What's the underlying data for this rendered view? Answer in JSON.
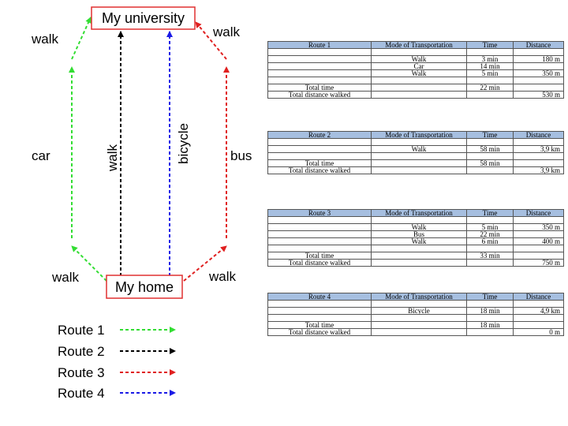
{
  "places": {
    "university": "My university",
    "home": "My home"
  },
  "modes": {
    "left_top": "walk",
    "left_mid": "car",
    "left_bottom": "walk",
    "right_top": "walk",
    "right_mid": "bus",
    "right_bottom": "walk",
    "center_black": "walk",
    "center_blue": "bicycle"
  },
  "legend": [
    {
      "label": "Route 1",
      "color": "#33dd33"
    },
    {
      "label": "Route 2",
      "color": "#000000"
    },
    {
      "label": "Route 3",
      "color": "#e02020"
    },
    {
      "label": "Route 4",
      "color": "#1a1ae6"
    }
  ],
  "tables": [
    {
      "headers": [
        "Route 1",
        "Mode of Transportation",
        "Time",
        "Distance"
      ],
      "rows": [
        [
          "",
          "",
          "",
          ""
        ],
        [
          "",
          "Walk",
          "3 min",
          "180 m"
        ],
        [
          "",
          "Car",
          "14 min",
          ""
        ],
        [
          "",
          "Walk",
          "5 min",
          "350 m"
        ],
        [
          "",
          "",
          "",
          ""
        ],
        [
          "Total time",
          "",
          "22 min",
          ""
        ],
        [
          "Total distance walked",
          "",
          "",
          "530 m"
        ]
      ]
    },
    {
      "headers": [
        "Route 2",
        "Mode of Transportation",
        "Time",
        "Distance"
      ],
      "rows": [
        [
          "",
          "",
          "",
          ""
        ],
        [
          "",
          "Walk",
          "58 min",
          "3,9 km"
        ],
        [
          "",
          "",
          "",
          ""
        ],
        [
          "Total time",
          "",
          "58 min",
          ""
        ],
        [
          "Total distance walked",
          "",
          "",
          "3,9 km"
        ]
      ]
    },
    {
      "headers": [
        "Route 3",
        "Mode of Transportation",
        "Time",
        "Distance"
      ],
      "rows": [
        [
          "",
          "",
          "",
          ""
        ],
        [
          "",
          "Walk",
          "5 min",
          "350 m"
        ],
        [
          "",
          "Bus",
          "22 min",
          ""
        ],
        [
          "",
          "Walk",
          "6 min",
          "400 m"
        ],
        [
          "",
          "",
          "",
          ""
        ],
        [
          "Total time",
          "",
          "33 min",
          ""
        ],
        [
          "Total distance walked",
          "",
          "",
          "750 m"
        ]
      ]
    },
    {
      "headers": [
        "Route 4",
        "Mode of Transportation",
        "Time",
        "Distance"
      ],
      "rows": [
        [
          "",
          "",
          "",
          ""
        ],
        [
          "",
          "Bicycle",
          "18 min",
          "4,9 km"
        ],
        [
          "",
          "",
          "",
          ""
        ],
        [
          "Total time",
          "",
          "18 min",
          ""
        ],
        [
          "Total distance walked",
          "",
          "",
          "0 m"
        ]
      ]
    }
  ]
}
